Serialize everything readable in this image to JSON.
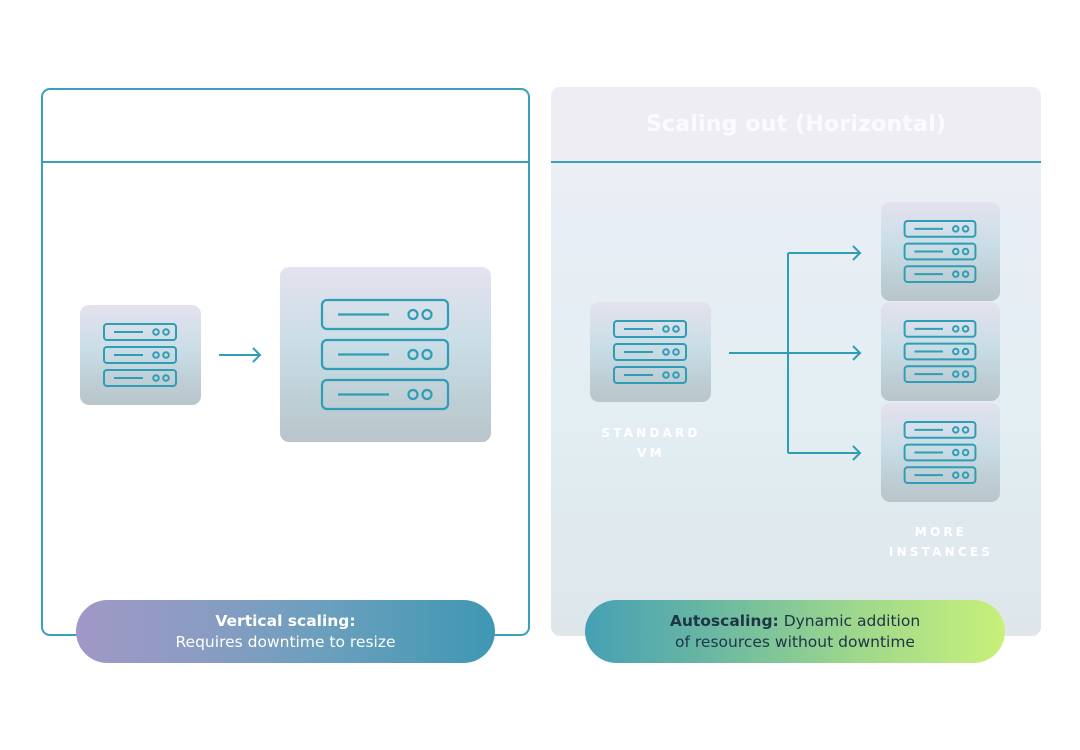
{
  "diagram": {
    "accent_color": "#3a9fb8",
    "left_panel": {
      "title": "Scaling up (Vertical)",
      "small_server": {
        "icon": "server-rack-icon",
        "units": 3
      },
      "arrow": "arrow-right-icon",
      "large_server": {
        "icon": "server-rack-icon",
        "units": 3
      },
      "pill": {
        "bold": "Vertical scaling:",
        "text": "Requires downtime to resize",
        "gradient": [
          "#a198c6",
          "#3e98b2"
        ]
      }
    },
    "right_panel": {
      "title": "Scaling out (Horizontal)",
      "source_server": {
        "icon": "server-rack-icon",
        "units": 3,
        "label_line1": "STANDARD",
        "label_line2": "VM"
      },
      "branch_arrows": 3,
      "instances": [
        {
          "icon": "server-rack-icon",
          "units": 3
        },
        {
          "icon": "server-rack-icon",
          "units": 3
        },
        {
          "icon": "server-rack-icon",
          "units": 3
        }
      ],
      "instances_label_line1": "MORE",
      "instances_label_line2": "INSTANCES",
      "pill": {
        "bold": "Autoscaling:",
        "text_line1": " Dynamic addition",
        "text_line2": "of resources without downtime",
        "gradient": [
          "#46a0b4",
          "#c8f07a"
        ]
      }
    }
  }
}
